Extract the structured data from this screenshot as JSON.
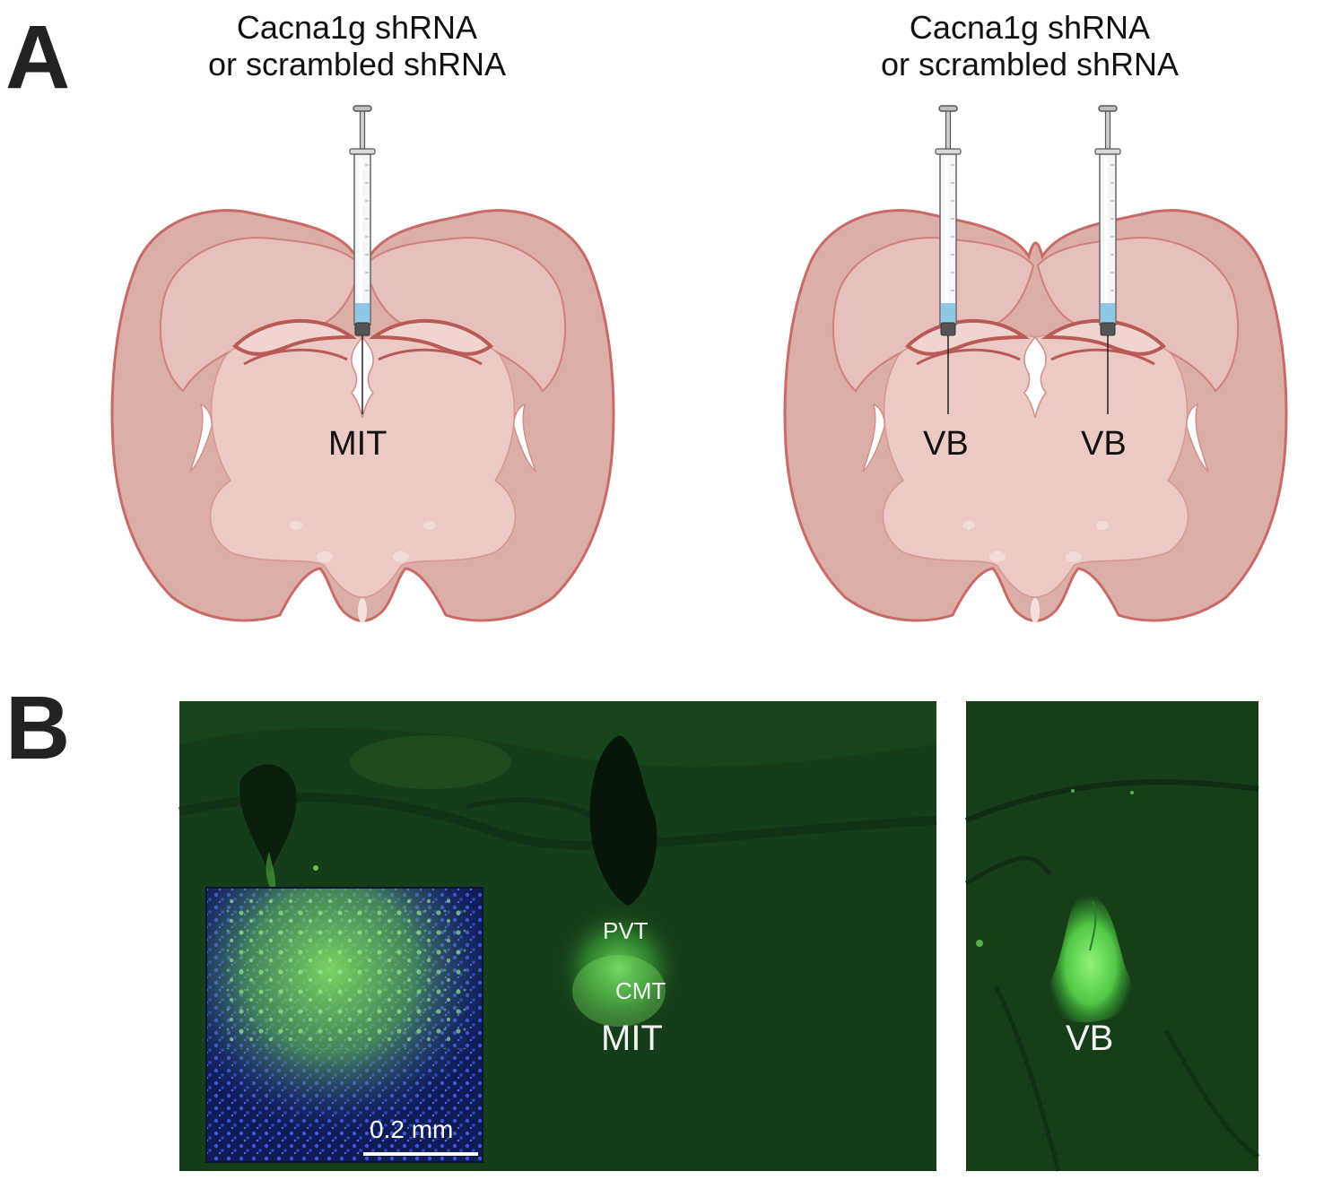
{
  "panels": {
    "a": {
      "letter": "A"
    },
    "b": {
      "letter": "B"
    }
  },
  "injection_left": {
    "line1": "Cacna1g shRNA",
    "line2": "or scrambled shRNA"
  },
  "injection_right": {
    "line1": "Cacna1g shRNA",
    "line2": "or scrambled shRNA"
  },
  "brain_left": {
    "target": "MIT"
  },
  "brain_right": {
    "target_left": "VB",
    "target_right": "VB"
  },
  "micrograph_left": {
    "label_pvt": "PVT",
    "label_cmt": "CMT",
    "label_region": "MIT"
  },
  "inset": {
    "scale_bar": "0.2 mm"
  },
  "micrograph_right": {
    "label_region": "VB"
  },
  "colors": {
    "brain_fill": "#dcaea8",
    "brain_stroke": "#c96a66",
    "brain_inner": "#ecc7c3",
    "micro_bg": "#123a17",
    "fluor_green": "#6ee65f",
    "dapi_blue": "#2433a8"
  }
}
